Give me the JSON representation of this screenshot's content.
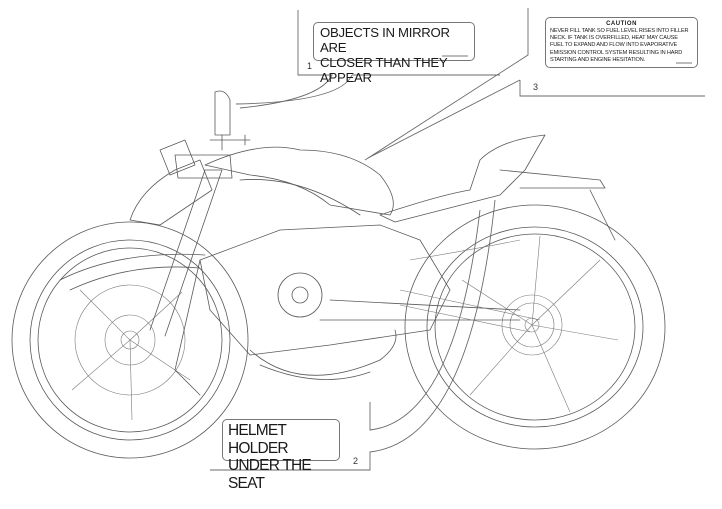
{
  "diagram": {
    "subject": "motorcycle-line-drawing-left-side",
    "labels": [
      {
        "number": "1",
        "lines": [
          "OBJECTS IN MIRROR ARE",
          "CLOSER THAN THEY APPEAR"
        ],
        "location": "mirror"
      },
      {
        "number": "2",
        "lines": [
          "HELMET HOLDER",
          "UNDER THE SEAT"
        ],
        "location": "under seat"
      },
      {
        "number": "3",
        "heading": "CAUTION",
        "lines": [
          "NEVER FILL TANK SO FUEL LEVEL RISES INTO FILLER",
          "NECK. IF TANK IS OVERFILLED, HEAT MAY CAUSE",
          "FUEL TO EXPAND AND FLOW INTO EVAPORATIVE",
          "EMISSION CONTROL SYSTEM RESULTING IN HARD",
          "STARTING AND ENGINE HESITATION."
        ],
        "location": "fuel tank"
      }
    ]
  }
}
